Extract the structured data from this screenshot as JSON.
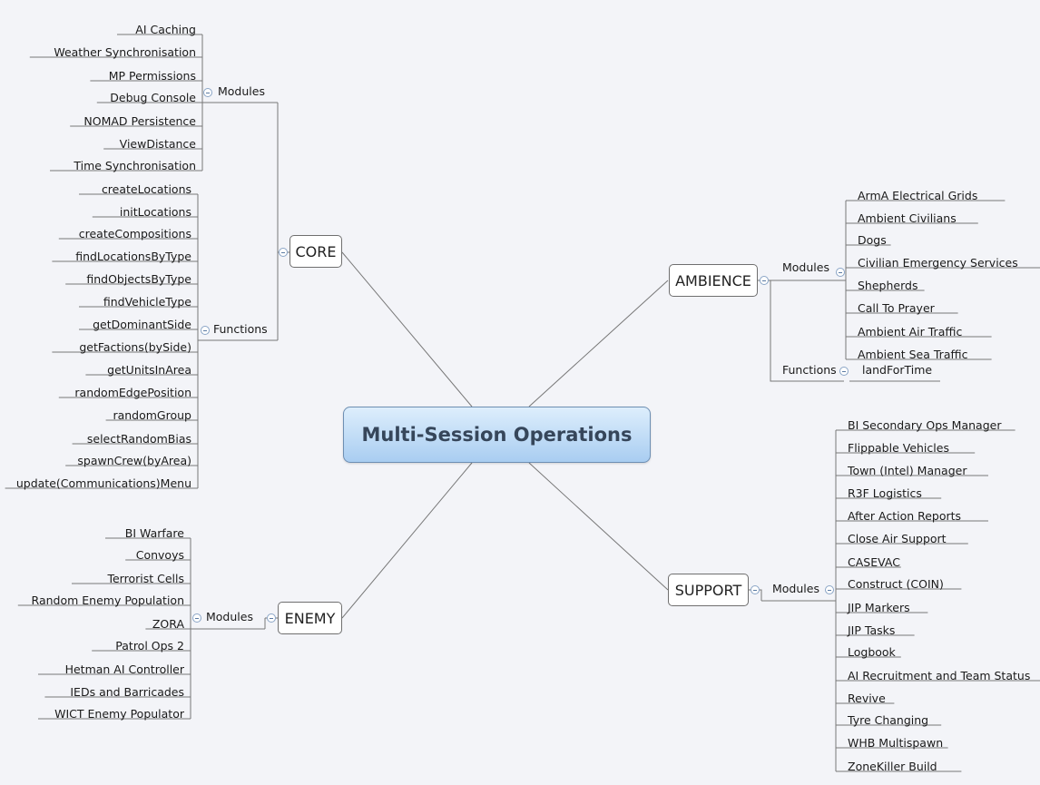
{
  "central_topic": "Multi-Session Operations",
  "core": {
    "label": "CORE",
    "modules_label": "Modules",
    "modules": [
      "AI Caching",
      "Weather Synchronisation",
      "MP Permissions",
      "Debug Console",
      "NOMAD Persistence",
      "ViewDistance",
      "Time Synchronisation"
    ],
    "functions_label": "Functions",
    "functions": [
      "createLocations",
      "initLocations",
      "createCompositions",
      "findLocationsByType",
      "findObjectsByType",
      "findVehicleType",
      "getDominantSide",
      "getFactions(bySide)",
      "getUnitsInArea",
      "randomEdgePosition",
      "randomGroup",
      "selectRandomBias",
      "spawnCrew(byArea)",
      "update(Communications)Menu"
    ]
  },
  "ambience": {
    "label": "AMBIENCE",
    "modules_label": "Modules",
    "modules": [
      "ArmA Electrical Grids",
      "Ambient Civilians",
      "Dogs",
      "Civilian Emergency Services",
      "Shepherds",
      "Call To Prayer",
      "Ambient Air Traffic",
      "Ambient Sea Traffic"
    ],
    "functions_label": "Functions",
    "functions": [
      "landForTime"
    ]
  },
  "enemy": {
    "label": "ENEMY",
    "modules_label": "Modules",
    "modules": [
      "BI Warfare",
      "Convoys",
      "Terrorist Cells",
      "Random Enemy Population",
      "ZORA",
      "Patrol Ops 2",
      "Hetman AI Controller",
      "IEDs and Barricades",
      "WICT Enemy Populator"
    ]
  },
  "support": {
    "label": "SUPPORT",
    "modules_label": "Modules",
    "modules": [
      "BI Secondary Ops Manager",
      "Flippable Vehicles",
      "Town (Intel) Manager",
      "R3F Logistics",
      "After Action Reports",
      "Close Air Support",
      "CASEVAC",
      "Construct (COIN)",
      "JIP Markers",
      "JIP Tasks",
      "Logbook",
      "AI Recruitment and Team Status",
      "Revive",
      "Tyre Changing",
      "WHB Multispawn",
      "ZoneKiller Build"
    ]
  }
}
